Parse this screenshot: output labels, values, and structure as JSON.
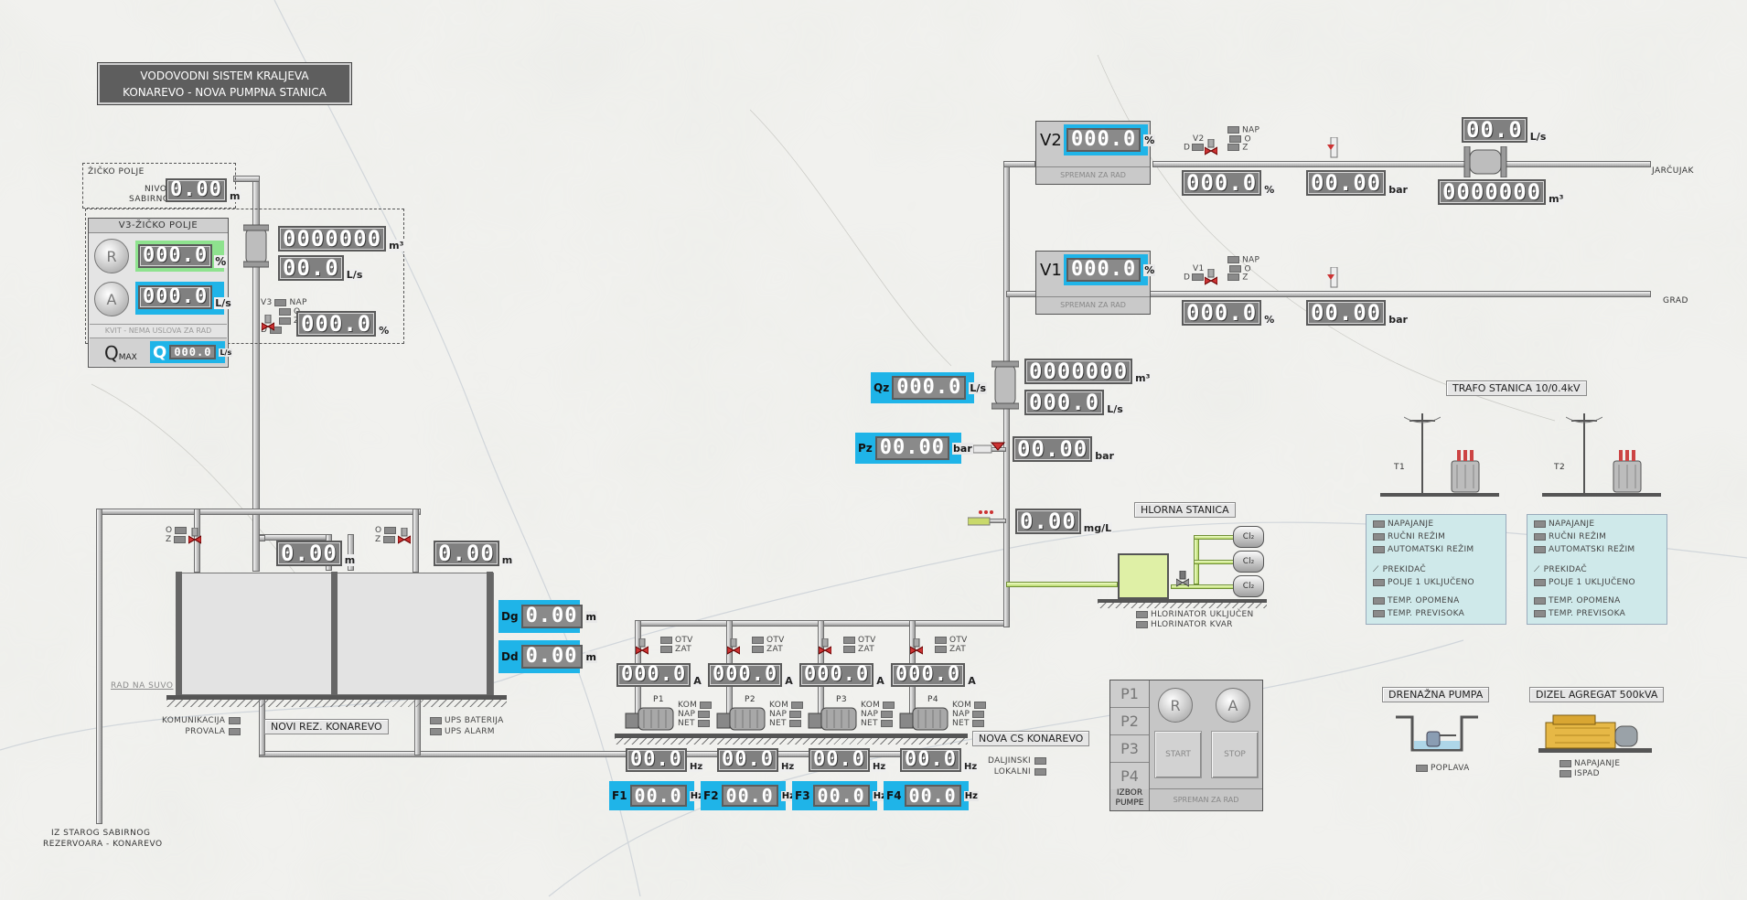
{
  "title": {
    "line1": "VODOVODNI SISTEM KRALJEVA",
    "line2": "KONAREVO - NOVA PUMPNA STANICA"
  },
  "zicko": {
    "box_title": "ŽIČKO POLJE",
    "nivo_label1": "NIVO",
    "nivo_label2": "SABIRNOG R.",
    "nivo_value": "0.00",
    "nivo_unit": "m",
    "v3_title": "V3-ŽIČKO POLJE",
    "r_label": "R",
    "a_label": "A",
    "pct_value": "000.0",
    "pct_unit": "%",
    "ls_value": "000.0",
    "ls_unit": "L/s",
    "kvit": "KVIT - NEMA USLOVA ZA RAD",
    "qmax_label": "Q",
    "qmax_sub": "MAX",
    "qmax_value": "000.0",
    "qmax_unit": "L/s",
    "meter_total": "0000000",
    "meter_total_unit": "m³",
    "meter_flow": "00.0",
    "meter_flow_unit": "L/s",
    "v3_valve": "V3",
    "valve_leds": [
      "NAP",
      "O",
      "Z"
    ],
    "valve_d": "D",
    "valve_pct": "000.0",
    "valve_pct_unit": "%"
  },
  "v2": {
    "label": "V2",
    "value": "000.0",
    "unit": "%",
    "status": "SPREMAN ZA RAD",
    "valve": "V2",
    "leds": [
      "NAP",
      "O",
      "Z"
    ],
    "d": "D",
    "pos": "000.0",
    "pos_unit": "%",
    "pressure": "00.00",
    "pressure_unit": "bar",
    "flow": "00.0",
    "flow_unit": "L/s",
    "total": "0000000",
    "total_unit": "m³",
    "dest": "JARČUJAK"
  },
  "v1": {
    "label": "V1",
    "value": "000.0",
    "unit": "%",
    "status": "SPREMAN ZA RAD",
    "valve": "V1",
    "leds": [
      "NAP",
      "O",
      "Z"
    ],
    "d": "D",
    "pos": "000.0",
    "pos_unit": "%",
    "pressure": "00.00",
    "pressure_unit": "bar",
    "dest": "GRAD"
  },
  "main": {
    "qz_label": "Qz",
    "qz_value": "000.0",
    "qz_unit": "L/s",
    "total": "0000000",
    "total_unit": "m³",
    "flow": "000.0",
    "flow_unit": "L/s",
    "pz_label": "Pz",
    "pz_value": "00.00",
    "pz_unit": "bar",
    "p2_value": "00.00",
    "p2_unit": "bar",
    "cl_value": "0.00",
    "cl_unit": "mg/L"
  },
  "chlor": {
    "title": "HLORNA STANICA",
    "cyl": [
      "Cl₂",
      "Cl₂",
      "Cl₂"
    ],
    "leds": [
      "HLORINATOR UKLJUČEN",
      "HLORINATOR KVAR"
    ]
  },
  "trafo": {
    "title": "TRAFO STANICA 10/0.4kV",
    "units": [
      {
        "name": "T1",
        "leds": [
          "NAPAJANJE",
          "RUČNI REŽIM",
          "AUTOMATSKI REŽIM",
          "PREKIDAČ",
          "POLJE 1 UKLJUČENO",
          "TEMP. OPOMENA",
          "TEMP. PREVISOKA"
        ]
      },
      {
        "name": "T2",
        "leds": [
          "NAPAJANJE",
          "RUČNI REŽIM",
          "AUTOMATSKI REŽIM",
          "PREKIDAČ",
          "POLJE 1 UKLJUČENO",
          "TEMP. OPOMENA",
          "TEMP. PREVISOKA"
        ]
      }
    ]
  },
  "drain": {
    "title": "DRENAŽNA PUMPA",
    "led": "POPLAVA"
  },
  "diesel": {
    "title": "DIZEL AGREGAT 500kVA",
    "leds": [
      "NAPAJANJE",
      "ISPAD"
    ]
  },
  "reservoir": {
    "left_valve_leds": [
      "O",
      "Z"
    ],
    "right_valve_leds": [
      "O",
      "Z"
    ],
    "level1": "0.00",
    "level1_unit": "m",
    "level2": "0.00",
    "level2_unit": "m",
    "dg_label": "Dg",
    "dg_value": "0.00",
    "dg_unit": "m",
    "dd_label": "Dd",
    "dd_value": "0.00",
    "dd_unit": "m",
    "rad_na_suvo": "RAD NA SUVO",
    "name": "NOVI REZ. KONAREVO",
    "leds_left": [
      "KOMUNIKACIJA",
      "PROVALA"
    ],
    "leds_right": [
      "UPS BATERIJA",
      "UPS ALARM"
    ],
    "inlet_label1": "IZ STAROG SABIRNOG",
    "inlet_label2": "REZERVOARA - KONAREVO"
  },
  "pumps": [
    {
      "name": "P1",
      "valve_leds": [
        "OTV",
        "ZAT"
      ],
      "current": "000.0",
      "current_unit": "A",
      "status_leds": [
        "KOM",
        "NAP",
        "NET"
      ],
      "hz": "00.0",
      "hz_unit": "Hz",
      "f_label": "F1",
      "f_value": "00.0",
      "f_unit": "Hz"
    },
    {
      "name": "P2",
      "valve_leds": [
        "OTV",
        "ZAT"
      ],
      "current": "000.0",
      "current_unit": "A",
      "status_leds": [
        "KOM",
        "NAP",
        "NET"
      ],
      "hz": "00.0",
      "hz_unit": "Hz",
      "f_label": "F2",
      "f_value": "00.0",
      "f_unit": "Hz"
    },
    {
      "name": "P3",
      "valve_leds": [
        "OTV",
        "ZAT"
      ],
      "current": "000.0",
      "current_unit": "A",
      "status_leds": [
        "KOM",
        "NAP",
        "NET"
      ],
      "hz": "00.0",
      "hz_unit": "Hz",
      "f_label": "F3",
      "f_value": "00.0",
      "f_unit": "Hz"
    },
    {
      "name": "P4",
      "valve_leds": [
        "OTV",
        "ZAT"
      ],
      "current": "000.0",
      "current_unit": "A",
      "status_leds": [
        "KOM",
        "NAP",
        "NET"
      ],
      "hz": "00.0",
      "hz_unit": "Hz",
      "f_label": "F4",
      "f_value": "00.0",
      "f_unit": "Hz"
    }
  ],
  "station": {
    "name": "NOVA CS KONAREVO",
    "leds": [
      "DALJINSKI",
      "LOKALNI"
    ]
  },
  "control": {
    "p_buttons": [
      "P1",
      "P2",
      "P3",
      "P4"
    ],
    "r": "R",
    "a": "A",
    "start": "START",
    "stop": "STOP",
    "izbor1": "IZBOR",
    "izbor2": "PUMPE",
    "status": "SPREMAN ZA RAD"
  }
}
